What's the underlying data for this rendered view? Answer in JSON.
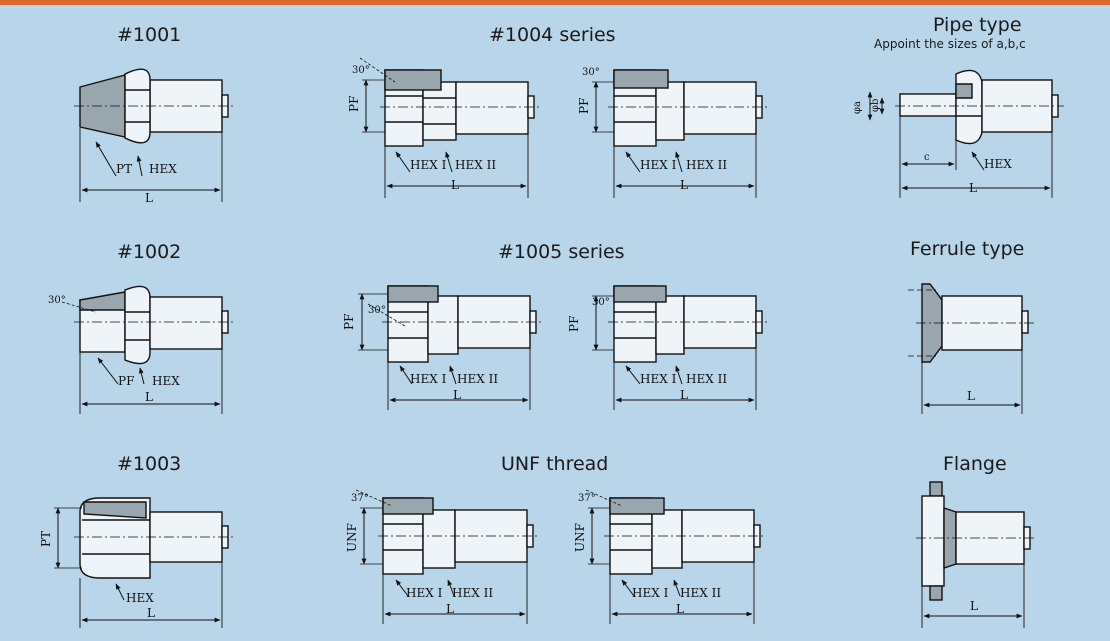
{
  "colors": {
    "background": "#b9d5ea",
    "accent_bar": "#d9682c",
    "part_fill": "#eef4f8",
    "shade_fill": "#9aa6ae",
    "line": "#111111"
  },
  "titles": {
    "t1001": "#1001",
    "t1004": "#1004 series",
    "tpipe": "Pipe type",
    "tpipe_sub": "Appoint the sizes of a,b,c",
    "t1002": "#1002",
    "t1005": "#1005 series",
    "tferrule": "Ferrule type",
    "t1003": "#1003",
    "tunf": "UNF thread",
    "tflange": "Flange"
  },
  "labels": {
    "pt": "PT",
    "pf": "PF",
    "hex": "HEX",
    "hex1": "HEX I",
    "hex2": "HEX II",
    "len": "L",
    "unf": "UNF",
    "a30": "30°",
    "a37": "37°",
    "phia": "φa",
    "phib": "φb",
    "c": "c"
  }
}
